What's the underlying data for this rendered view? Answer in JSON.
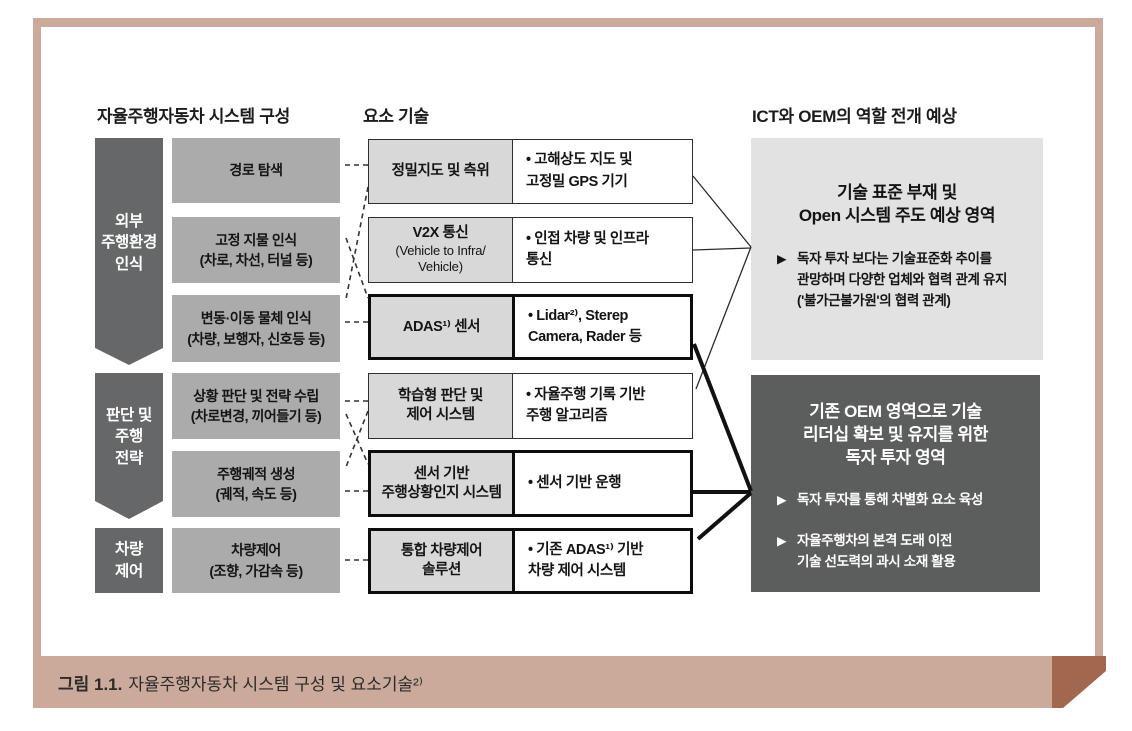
{
  "headers": {
    "system": "자율주행자동차 시스템 구성",
    "tech": "요소 기술",
    "ict_oem": "ICT와 OEM의 역할 전개 예상"
  },
  "left_column": {
    "bands": [
      {
        "label": "외부\n주행환경\n인식"
      },
      {
        "label": "판단 및\n주행\n전략"
      },
      {
        "label": "차량\n제어"
      }
    ],
    "boxes": [
      {
        "label": "경로 탐색"
      },
      {
        "label": "고정 지물 인식\n(차로, 차선, 터널 등)"
      },
      {
        "label": "변동·이동 물체 인식\n(차량, 보행자, 신호등 등)"
      },
      {
        "label": "상황 판단 및 전략 수립\n(차로변경, 끼어들기 등)"
      },
      {
        "label": "주행궤적 생성\n(궤적, 속도 등)"
      },
      {
        "label": "차량제어\n(조향, 가감속 등)"
      }
    ]
  },
  "middle_column": {
    "boxes": [
      {
        "name": "정밀지도 및 측위",
        "name_note": "",
        "desc": "• 고해상도 지도 및\n고정밀 GPS 기기"
      },
      {
        "name": "V2X 통신",
        "name_note": "(Vehicle to Infra/\nVehicle)",
        "desc": "• 인접 차량 및 인프라\n통신"
      },
      {
        "name": "ADAS¹⁾ 센서",
        "name_note": "",
        "desc": "• Lidar²⁾, Sterep\nCamera, Rader 등"
      },
      {
        "name": "학습형 판단 및\n제어 시스템",
        "name_note": "",
        "desc": "• 자율주행 기록 기반\n주행 알고리즘"
      },
      {
        "name": "센서 기반\n주행상황인지 시스템",
        "name_note": "",
        "desc": "• 센서 기반 운행"
      },
      {
        "name": "통합 차량제어\n솔루션",
        "name_note": "",
        "desc": "• 기존 ADAS¹⁾ 기반\n차량 제어 시스템"
      }
    ]
  },
  "right_column": {
    "bullet_marker": "▶",
    "open_area": {
      "title": "기술 표준 부재 및\nOpen 시스템 주도 예상 영역",
      "bullets": [
        "독자 투자 보다는 기술표준화 추이를\n관망하며 다양한 업체와 협력 관계 유지\n('불가근불가원'의 협력 관계)"
      ]
    },
    "oem_area": {
      "title": "기존 OEM 영역으로 기술\n리더십 확보 및 유지를 위한\n독자 투자 영역",
      "bullets": [
        "독자 투자를 통해 차별화 요소 육성",
        "자율주행차의 본격 도래 이전\n기술 선도력의 과시 소재 활용"
      ]
    }
  },
  "caption": {
    "label": "그림 1.1.",
    "text": "자율주행자동차 시스템 구성 및 요소기술²⁾"
  },
  "colors": {
    "frame_tan": "#cbaa9b",
    "fold_brown": "#a2674f",
    "band_gray": "#666768",
    "left_box_gray": "#ababab",
    "mid_cell_gray": "#d9d8d8",
    "open_area_gray": "#e3e2e2",
    "oem_area_gray": "#5c5e5d"
  }
}
